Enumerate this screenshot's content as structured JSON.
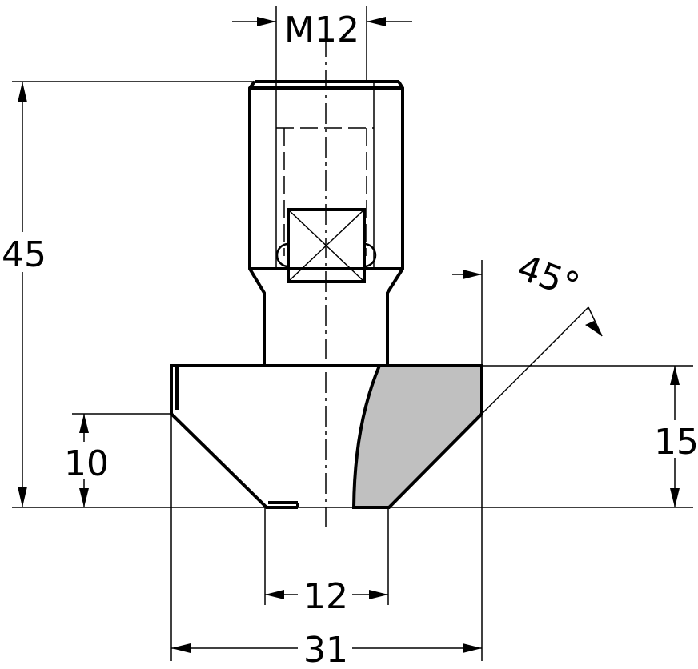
{
  "drawing": {
    "thread_label": "M12",
    "height_label": "45",
    "angle_label": "45°",
    "height_15_label": "15",
    "height_10_label": "10",
    "inner_diameter_label": "12",
    "outer_diameter_label": "31",
    "insert_color": "#c0c0c0",
    "line_color": "#000000"
  }
}
